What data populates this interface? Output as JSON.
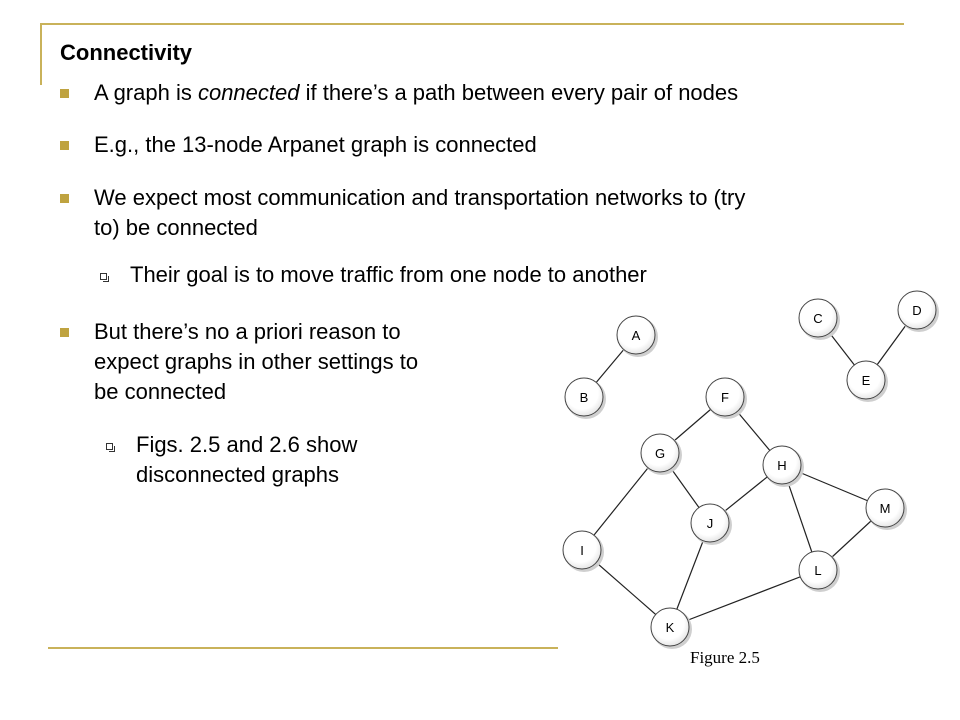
{
  "slide": {
    "title": "Connectivity",
    "bullets": [
      {
        "before": "A graph is ",
        "emph": "connected",
        "after": " if there’s a path between every pair of nodes"
      },
      {
        "text": "E.g., the 13-node Arpanet graph is connected"
      },
      {
        "line1": "We expect most communication and transportation networks to (try",
        "line2": "to) be connected"
      },
      {
        "line1": "But there’s no a priori reason to",
        "line2": "expect graphs in other settings to",
        "line3": "be connected"
      }
    ],
    "subbullets": [
      {
        "text": "Their goal is to move traffic from one node to another"
      },
      {
        "line1": "Figs. 2.5 and 2.6 show",
        "line2": "disconnected graphs"
      }
    ]
  },
  "figure": {
    "caption": "Figure 2.5",
    "nodes": [
      {
        "id": "A",
        "label": "A"
      },
      {
        "id": "B",
        "label": "B"
      },
      {
        "id": "C",
        "label": "C"
      },
      {
        "id": "D",
        "label": "D"
      },
      {
        "id": "E",
        "label": "E"
      },
      {
        "id": "F",
        "label": "F"
      },
      {
        "id": "G",
        "label": "G"
      },
      {
        "id": "H",
        "label": "H"
      },
      {
        "id": "I",
        "label": "I"
      },
      {
        "id": "J",
        "label": "J"
      },
      {
        "id": "K",
        "label": "K"
      },
      {
        "id": "L",
        "label": "L"
      },
      {
        "id": "M",
        "label": "M"
      }
    ],
    "edges": [
      [
        "A",
        "B"
      ],
      [
        "C",
        "E"
      ],
      [
        "D",
        "E"
      ],
      [
        "F",
        "G"
      ],
      [
        "F",
        "H"
      ],
      [
        "G",
        "I"
      ],
      [
        "G",
        "J"
      ],
      [
        "H",
        "J"
      ],
      [
        "H",
        "L"
      ],
      [
        "H",
        "M"
      ],
      [
        "I",
        "K"
      ],
      [
        "J",
        "K"
      ],
      [
        "K",
        "L"
      ],
      [
        "L",
        "M"
      ]
    ]
  },
  "colors": {
    "accent": "#bfa340",
    "rule": "#c9b25a",
    "node_fill": "#ffffff",
    "node_stroke": "#444444"
  }
}
